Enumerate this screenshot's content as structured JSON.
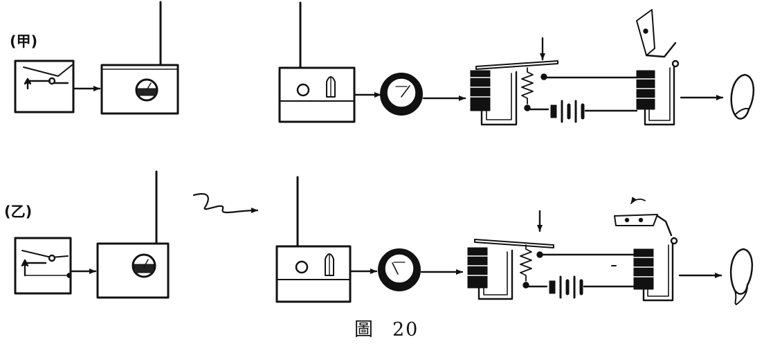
{
  "rows": [
    {
      "label": "(甲)"
    },
    {
      "label": "(乙)"
    }
  ],
  "caption": {
    "prefix": "圖",
    "number": "20"
  }
}
